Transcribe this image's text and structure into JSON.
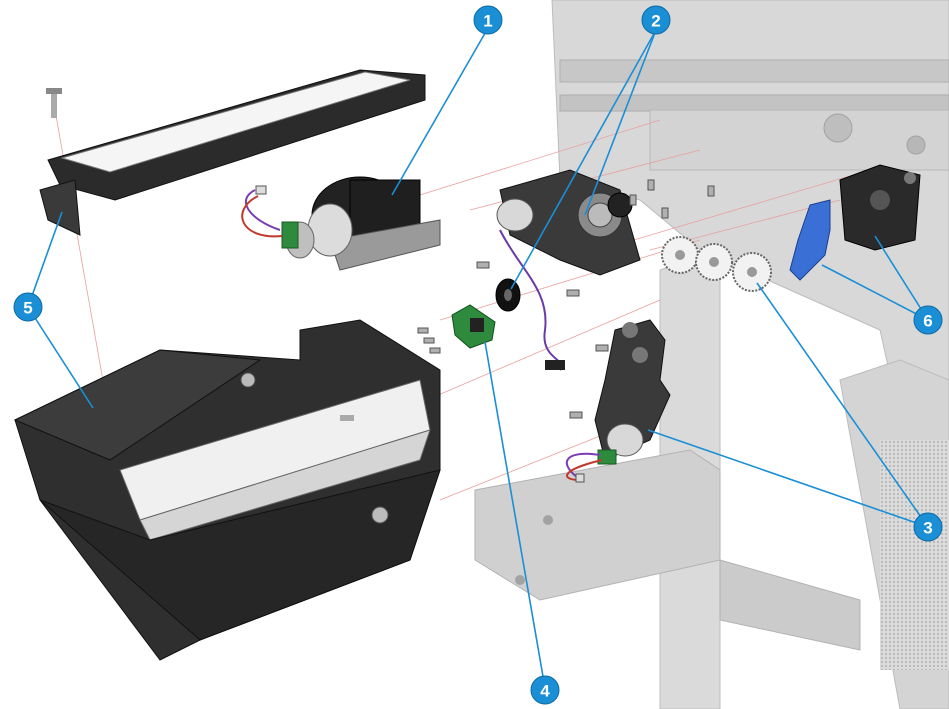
{
  "callouts": [
    {
      "id": "1",
      "label": "1"
    },
    {
      "id": "2",
      "label": "2"
    },
    {
      "id": "3",
      "label": "3"
    },
    {
      "id": "4",
      "label": "4"
    },
    {
      "id": "5",
      "label": "5"
    },
    {
      "id": "6",
      "label": "6"
    }
  ],
  "colors": {
    "callout_fill": "#1a8fd6",
    "leader_line": "#1a8fd6",
    "explode_line": "#e8a0a0",
    "part_dark": "#2a2a2a",
    "part_mid": "#4a4a4a",
    "frame_grey": "#c8c8c8",
    "highlight_blue": "#3a6fd6",
    "gear_white": "#f2f2f2"
  }
}
